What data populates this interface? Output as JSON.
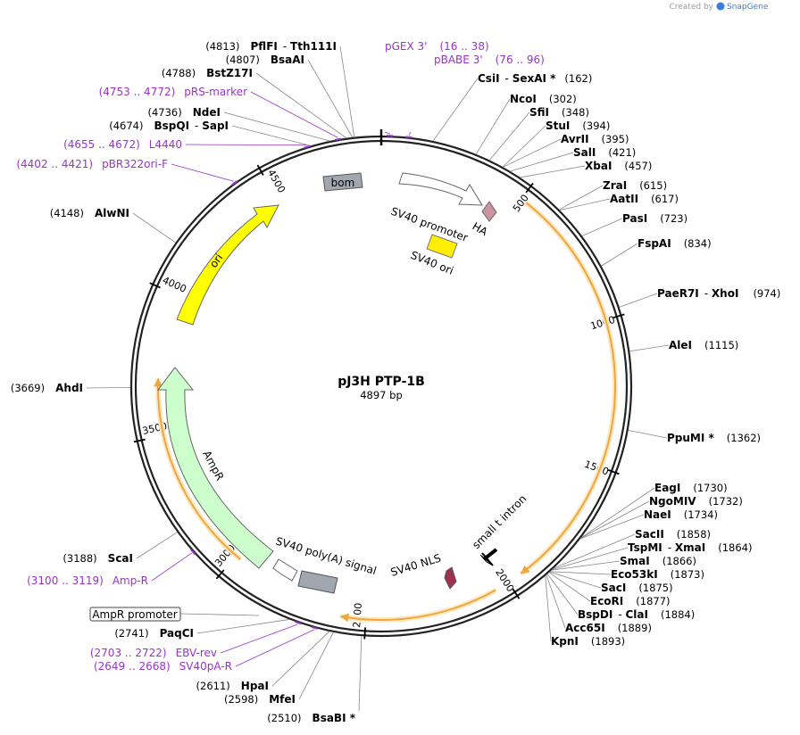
{
  "branding": {
    "prefix": "Created by",
    "product": "SnapGene"
  },
  "plasmid": {
    "name": "pJ3H PTP-1B",
    "length_label": "4897 bp",
    "length": 4897
  },
  "ticks": [
    {
      "pos": 500,
      "label": "500"
    },
    {
      "pos": 1000,
      "label": "1000"
    },
    {
      "pos": 1500,
      "label": "1500"
    },
    {
      "pos": 2000,
      "label": "2000"
    },
    {
      "pos": 2500,
      "label": "2500"
    },
    {
      "pos": 3000,
      "label": "3000"
    },
    {
      "pos": 3500,
      "label": "3500"
    },
    {
      "pos": 4000,
      "label": "4000"
    },
    {
      "pos": 4500,
      "label": "4500"
    }
  ],
  "enzymes": [
    {
      "name": "CsiI",
      "name2": "SexAI *",
      "pos": 162,
      "pos_label": "(162)"
    },
    {
      "name": "NcoI",
      "pos": 302,
      "pos_label": "(302)"
    },
    {
      "name": "SfiI",
      "pos": 348,
      "pos_label": "(348)"
    },
    {
      "name": "StuI",
      "pos": 394,
      "pos_label": "(394)"
    },
    {
      "name": "AvrII",
      "pos": 395,
      "pos_label": "(395)"
    },
    {
      "name": "SalI",
      "pos": 421,
      "pos_label": "(421)"
    },
    {
      "name": "XbaI",
      "pos": 457,
      "pos_label": "(457)"
    },
    {
      "name": "ZraI",
      "pos": 615,
      "pos_label": "(615)"
    },
    {
      "name": "AatII",
      "pos": 617,
      "pos_label": "(617)"
    },
    {
      "name": "PasI",
      "pos": 723,
      "pos_label": "(723)"
    },
    {
      "name": "FspAI",
      "pos": 834,
      "pos_label": "(834)"
    },
    {
      "name": "PaeR7I",
      "name2": "XhoI",
      "pos": 974,
      "pos_label": "(974)"
    },
    {
      "name": "AleI",
      "pos": 1115,
      "pos_label": "(1115)"
    },
    {
      "name": "PpuMI *",
      "pos": 1362,
      "pos_label": "(1362)"
    },
    {
      "name": "EagI",
      "pos": 1730,
      "pos_label": "(1730)"
    },
    {
      "name": "NgoMIV",
      "pos": 1732,
      "pos_label": "(1732)"
    },
    {
      "name": "NaeI",
      "pos": 1734,
      "pos_label": "(1734)"
    },
    {
      "name": "SacII",
      "pos": 1858,
      "pos_label": "(1858)"
    },
    {
      "name": "TspMI",
      "name2": "XmaI",
      "pos": 1864,
      "pos_label": "(1864)"
    },
    {
      "name": "SmaI",
      "pos": 1866,
      "pos_label": "(1866)"
    },
    {
      "name": "Eco53kI",
      "pos": 1873,
      "pos_label": "(1873)"
    },
    {
      "name": "SacI",
      "pos": 1875,
      "pos_label": "(1875)"
    },
    {
      "name": "EcoRI",
      "pos": 1877,
      "pos_label": "(1877)"
    },
    {
      "name": "BspDI",
      "name2": "ClaI",
      "pos": 1884,
      "pos_label": "(1884)"
    },
    {
      "name": "Acc65I",
      "pos": 1889,
      "pos_label": "(1889)"
    },
    {
      "name": "KpnI",
      "pos": 1893,
      "pos_label": "(1893)"
    },
    {
      "name": "BsaBI *",
      "pos": 2510,
      "pos_label": "(2510)"
    },
    {
      "name": "MfeI",
      "pos": 2598,
      "pos_label": "(2598)"
    },
    {
      "name": "HpaI",
      "pos": 2611,
      "pos_label": "(2611)"
    },
    {
      "name": "PaqCI",
      "pos": 2741,
      "pos_label": "(2741)"
    },
    {
      "name": "ScaI",
      "pos": 3188,
      "pos_label": "(3188)"
    },
    {
      "name": "AhdI",
      "pos": 3669,
      "pos_label": "(3669)"
    },
    {
      "name": "AlwNI",
      "pos": 4148,
      "pos_label": "(4148)"
    },
    {
      "name": "BspQI",
      "name2": "SapI",
      "pos": 4674,
      "pos_label": "(4674)"
    },
    {
      "name": "NdeI",
      "pos": 4736,
      "pos_label": "(4736)"
    },
    {
      "name": "BstZ17I",
      "pos": 4788,
      "pos_label": "(4788)"
    },
    {
      "name": "BsaAI",
      "pos": 4807,
      "pos_label": "(4807)"
    },
    {
      "name": "PflFI",
      "name2": "Tth111I",
      "pos": 4813,
      "pos_label": "(4813)"
    }
  ],
  "primers": [
    {
      "name": "pGEX 3'",
      "range_label": "(16 .. 38)",
      "pos": 27
    },
    {
      "name": "pBABE 3'",
      "range_label": "(76 .. 96)",
      "pos": 86
    },
    {
      "name": "pRS-marker",
      "range_label": "(4753 .. 4772)",
      "pos": 4762
    },
    {
      "name": "L4440",
      "range_label": "(4655 .. 4672)",
      "pos": 4663
    },
    {
      "name": "pBR322ori-F",
      "range_label": "(4402 .. 4421)",
      "pos": 4411
    },
    {
      "name": "Amp-R",
      "range_label": "(3100 .. 3119)",
      "pos": 3110
    },
    {
      "name": "EBV-rev",
      "range_label": "(2703 .. 2722)",
      "pos": 2712
    },
    {
      "name": "SV40pA-R",
      "range_label": "(2649 .. 2668)",
      "pos": 2658
    }
  ],
  "features": [
    {
      "name": "bom",
      "type": "box"
    },
    {
      "name": "SV40 promoter",
      "type": "arrow",
      "color": "#ffffff"
    },
    {
      "name": "HA",
      "type": "tag",
      "color": "#c9939f"
    },
    {
      "name": "SV40 ori",
      "type": "box",
      "color": "#ffee00"
    },
    {
      "name": "ori",
      "type": "arrow",
      "color": "#ffff00"
    },
    {
      "name": "AmpR",
      "type": "arrow",
      "color": "#ccffcc"
    },
    {
      "name": "AmpR promoter",
      "type": "arrow",
      "color": "#ffffff"
    },
    {
      "name": "SV40 poly(A) signal",
      "type": "box",
      "color": "#a0a7ae"
    },
    {
      "name": "SV40 NLS",
      "type": "tag",
      "color": "#a03050"
    },
    {
      "name": "small t intron",
      "type": "intron",
      "color": "#000000"
    }
  ],
  "colors": {
    "orf": "#f0a63a",
    "orf_glow": "#fde8c4",
    "primer": "#9933cc",
    "backbone": "#222222"
  }
}
